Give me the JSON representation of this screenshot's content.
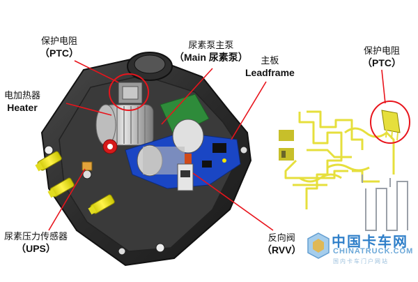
{
  "labels": {
    "ptc_left": {
      "cn": "保护电阻",
      "en": "（PTC）"
    },
    "heater": {
      "cn": "电加热器",
      "en": "Heater"
    },
    "main_pump": {
      "cn": "尿素泵主泵",
      "en": "（Main 尿素泵）"
    },
    "leadframe": {
      "cn": "主板",
      "en": "Leadframe"
    },
    "ptc_right": {
      "cn": "保护电阻",
      "en": "（PTC）"
    },
    "ups": {
      "cn": "尿素压力传感器",
      "en": "（UPS）"
    },
    "rvv": {
      "cn": "反向阀",
      "en": "（RVV）"
    }
  },
  "watermark": {
    "cn": "中国卡车网",
    "en": "CHINATRUCK.COM",
    "sub": "国内卡车门户网站"
  },
  "colors": {
    "pointer": "#e8141c",
    "housing": "#2b2b2b",
    "board": "#1a46c4",
    "leadframe": "#e6df3c",
    "connector": "#f2e400"
  }
}
